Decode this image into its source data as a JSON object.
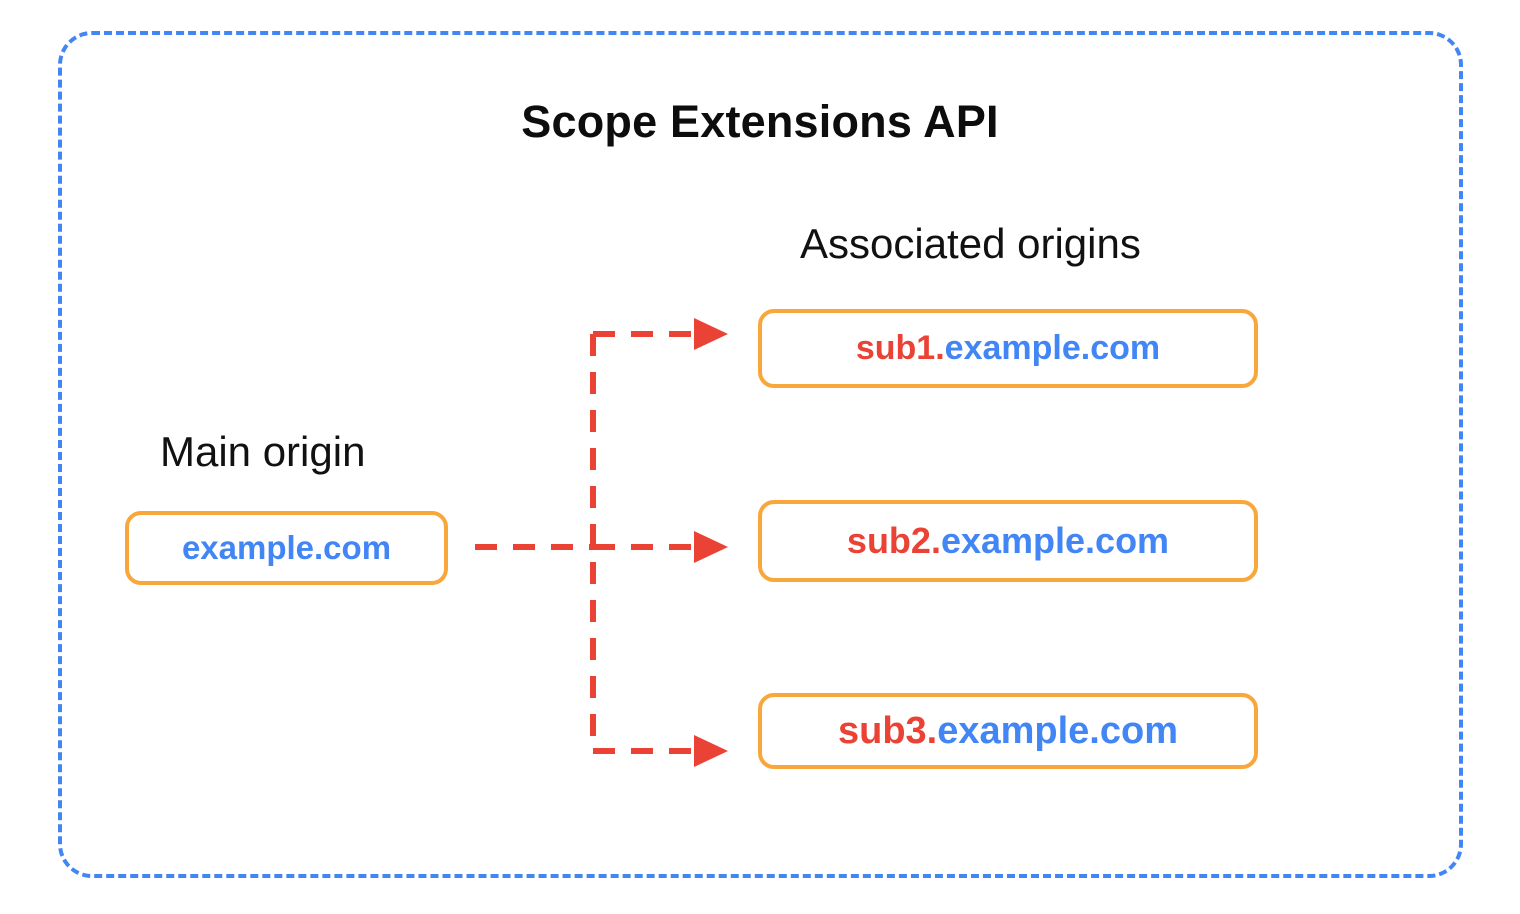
{
  "diagram": {
    "title": "Scope Extensions API",
    "frame_border_color": "#4285F4",
    "box_border_color": "#F9A63A",
    "arrow_color": "#EA4335",
    "sub_text_color": "#EA4335",
    "domain_text_color": "#4285F4",
    "heading_text_color": "#111111"
  },
  "main_origin": {
    "heading": "Main origin",
    "box": {
      "sub": "",
      "domain": "example.com",
      "full": "example.com"
    }
  },
  "associated_origins": {
    "heading": "Associated origins",
    "boxes": [
      {
        "sub": "sub1.",
        "domain": "example.com",
        "full": "sub1.example.com"
      },
      {
        "sub": "sub2.",
        "domain": "example.com",
        "full": "sub2.example.com"
      },
      {
        "sub": "sub3.",
        "domain": "example.com",
        "full": "sub3.example.com"
      }
    ]
  },
  "connectors": {
    "style": "dashed",
    "arrowhead": "solid-triangle",
    "count": 3,
    "labels": [
      "arrow-to-sub1",
      "arrow-to-sub2",
      "arrow-to-sub3"
    ]
  }
}
